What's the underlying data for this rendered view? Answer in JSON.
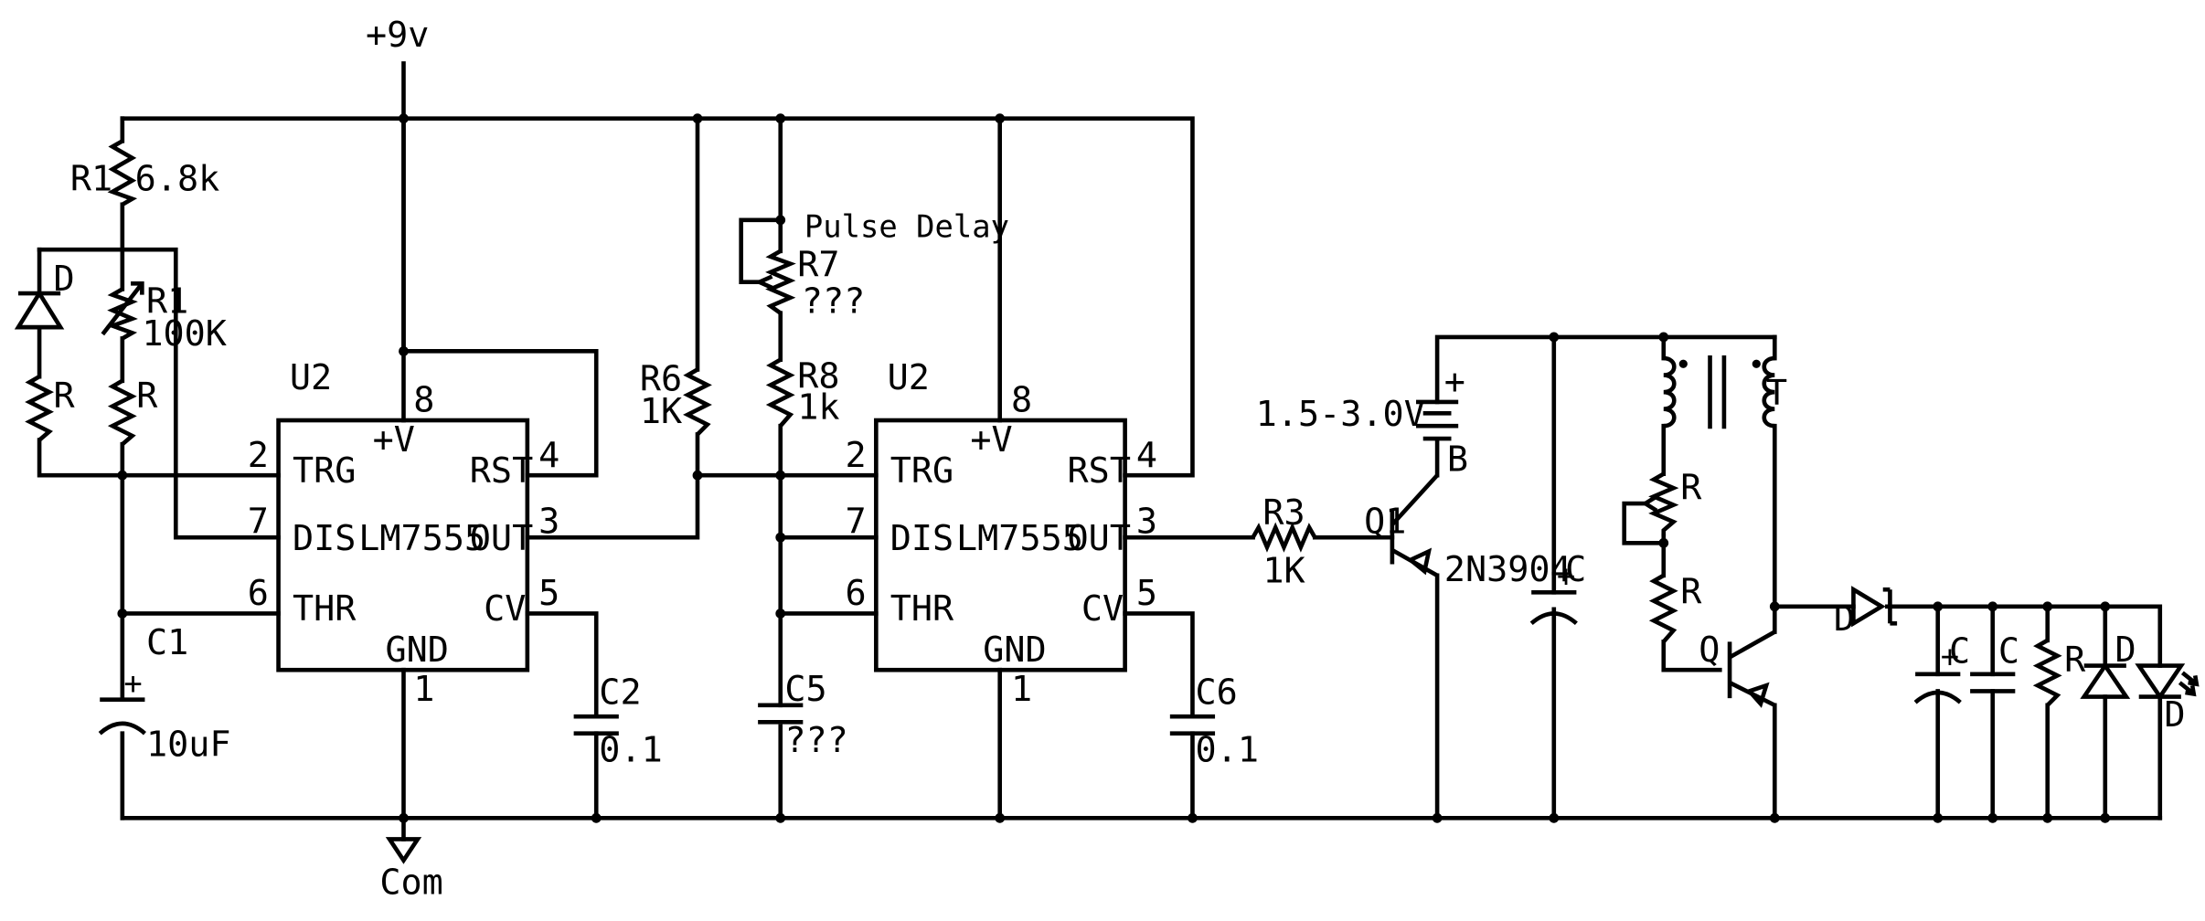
{
  "supply_label": "+9v",
  "ground_label": "Com",
  "ic1": {
    "ref": "U2",
    "part": "LM7555",
    "pins": {
      "trg": "TRG",
      "dis": "DIS",
      "thr": "THR",
      "rst": "RST",
      "out": "OUT",
      "cv": "CV",
      "vcc": "+V",
      "gnd": "GND"
    },
    "pin_numbers": {
      "p2": "2",
      "p7": "7",
      "p6": "6",
      "p4": "4",
      "p3": "3",
      "p5": "5",
      "p8": "8",
      "p1": "1"
    }
  },
  "ic2": {
    "ref": "U2",
    "part": "LM7555",
    "pins": {
      "trg": "TRG",
      "dis": "DIS",
      "thr": "THR",
      "rst": "RST",
      "out": "OUT",
      "cv": "CV",
      "vcc": "+V",
      "gnd": "GND"
    },
    "pin_numbers": {
      "p2": "2",
      "p7": "7",
      "p6": "6",
      "p4": "4",
      "p3": "3",
      "p5": "5",
      "p8": "8",
      "p1": "1"
    }
  },
  "components": {
    "r1a": {
      "ref": "R1",
      "value": "6.8k"
    },
    "r1b": {
      "ref": "R1",
      "value": "100K"
    },
    "d_left": {
      "ref": "D"
    },
    "r_left": {
      "ref": "R"
    },
    "r_mid": {
      "ref": "R"
    },
    "c1": {
      "ref": "C1",
      "value": "10uF"
    },
    "c2": {
      "ref": "C2",
      "value": "0.1"
    },
    "r6": {
      "ref": "R6",
      "value": "1K"
    },
    "r7": {
      "ref": "R7",
      "value": "???",
      "note": "Pulse Delay"
    },
    "r8": {
      "ref": "R8",
      "value": "1k"
    },
    "c5": {
      "ref": "C5",
      "value": "???"
    },
    "c6": {
      "ref": "C6",
      "value": "0.1"
    },
    "r3": {
      "ref": "R3",
      "value": "1K"
    },
    "q1": {
      "ref": "Q1",
      "value": "2N3904"
    },
    "battery": {
      "ref": "B",
      "value": "1.5-3.0V",
      "polarity": "+"
    },
    "c_big": {
      "ref": "C",
      "polarity": "+"
    },
    "transformer": {
      "ref": "T"
    },
    "r_pot": {
      "ref": "R"
    },
    "r_base": {
      "ref": "R"
    },
    "q": {
      "ref": "Q"
    },
    "d_out": {
      "ref": "D"
    },
    "c_out1": {
      "ref": "C",
      "polarity": "+"
    },
    "c_out2": {
      "ref": "C"
    },
    "r_out": {
      "ref": "R"
    },
    "d_out2": {
      "ref": "D"
    },
    "led": {
      "ref": "D"
    }
  }
}
